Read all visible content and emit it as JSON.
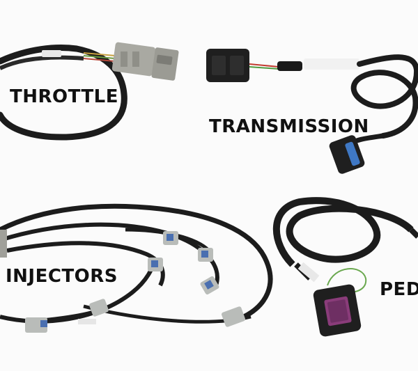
{
  "labels": {
    "throttle": "THROTTLE",
    "transmission": "TRANSMISSION",
    "injectors": "INJECTORS",
    "pedal": "PEDA"
  },
  "colors": {
    "background": "#fbfbfb",
    "label_text": "#111111",
    "braid": "#1c1c1c",
    "connector_grey": "#a9a9a2",
    "connector_black": "#1f1f1f",
    "injector_plug": "#b9bcb9",
    "injector_lock": "#4a6fb0",
    "pedal_seal": "#8a3c7a",
    "trans_lock": "#3f78c4"
  },
  "icons": {
    "throttle_harness": "wiring-harness-illustration",
    "transmission_harness": "wiring-harness-illustration",
    "injector_harness": "wiring-harness-illustration",
    "pedal_harness": "wiring-harness-illustration"
  }
}
